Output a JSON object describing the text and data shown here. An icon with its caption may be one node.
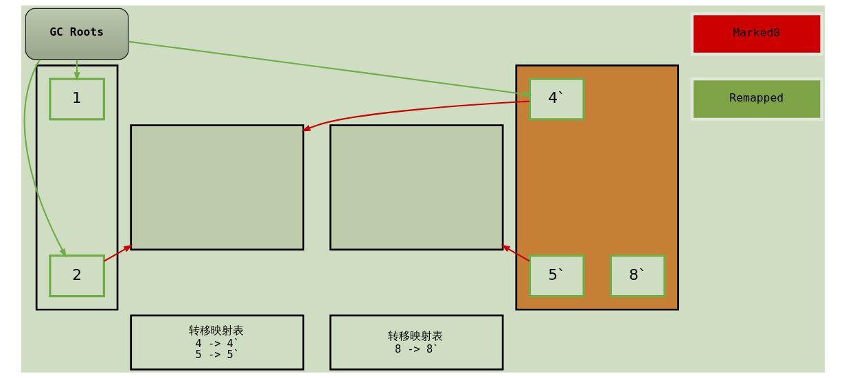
{
  "diagram": {
    "nodes": [
      {
        "text": [
          "GC Roots"
        ]
      },
      {
        "text": [
          "Marked0"
        ]
      },
      {
        "text": [
          "Remapped"
        ]
      },
      {
        "text": [],
        "shape": "box"
      },
      {
        "text": [
          "1"
        ],
        "in": 3
      },
      {
        "text": [
          "2"
        ],
        "in": 3
      },
      {
        "text": [],
        "shape": "box"
      },
      {
        "text": [],
        "shape": "box"
      },
      {
        "text": [],
        "shape": "box"
      },
      {
        "text": [
          "4`"
        ],
        "in": 8
      },
      {
        "text": [
          "5`"
        ],
        "in": 8
      },
      {
        "text": [
          "8`"
        ],
        "in": 8
      },
      {
        "text": [
          "转移映射表",
          "4 -> 4`",
          "5 -> 5`"
        ]
      },
      {
        "text": [
          "转移映射表",
          "8 -> 8`"
        ]
      }
    ],
    "edges": [
      {
        "from": 0,
        "to": 4,
        "arrow": "to",
        "color": "#70ad47"
      },
      {
        "from": 0,
        "to": 5,
        "arrow": "to",
        "color": "#70ad47"
      },
      {
        "from": 0,
        "to": 9,
        "arrow": "to",
        "color": "#70ad47"
      },
      {
        "from": 5,
        "to": 6,
        "arrow": "to",
        "color": "#cc0000"
      },
      {
        "from": 9,
        "to": 6,
        "arrow": "to",
        "color": "#cc0000"
      },
      {
        "from": 10,
        "to": 7,
        "arrow": "to",
        "color": "#cc0000"
      }
    ]
  }
}
